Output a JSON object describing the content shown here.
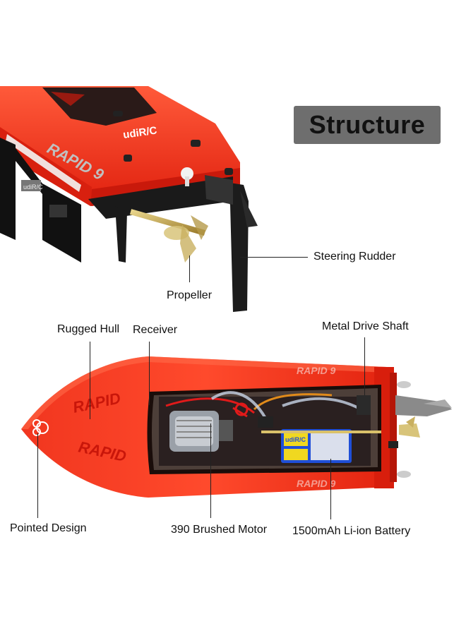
{
  "title": "Structure",
  "brand_text": "udiR/C",
  "model_text": "RAPID 9",
  "callouts": {
    "steering_rudder": "Steering Rudder",
    "propeller": "Propeller",
    "rugged_hull": "Rugged Hull",
    "receiver": "Receiver",
    "metal_drive_shaft": "Metal Drive Shaft",
    "pointed_design": "Pointed Design",
    "brushed_motor": "390 Brushed Motor",
    "battery": "1500mAh Li-ion Battery"
  },
  "colors": {
    "hull_red": "#ee2a1a",
    "title_box": "#6e6e6e",
    "battery_blue": "#1f4fd8",
    "battery_yellow": "#f0d820"
  }
}
